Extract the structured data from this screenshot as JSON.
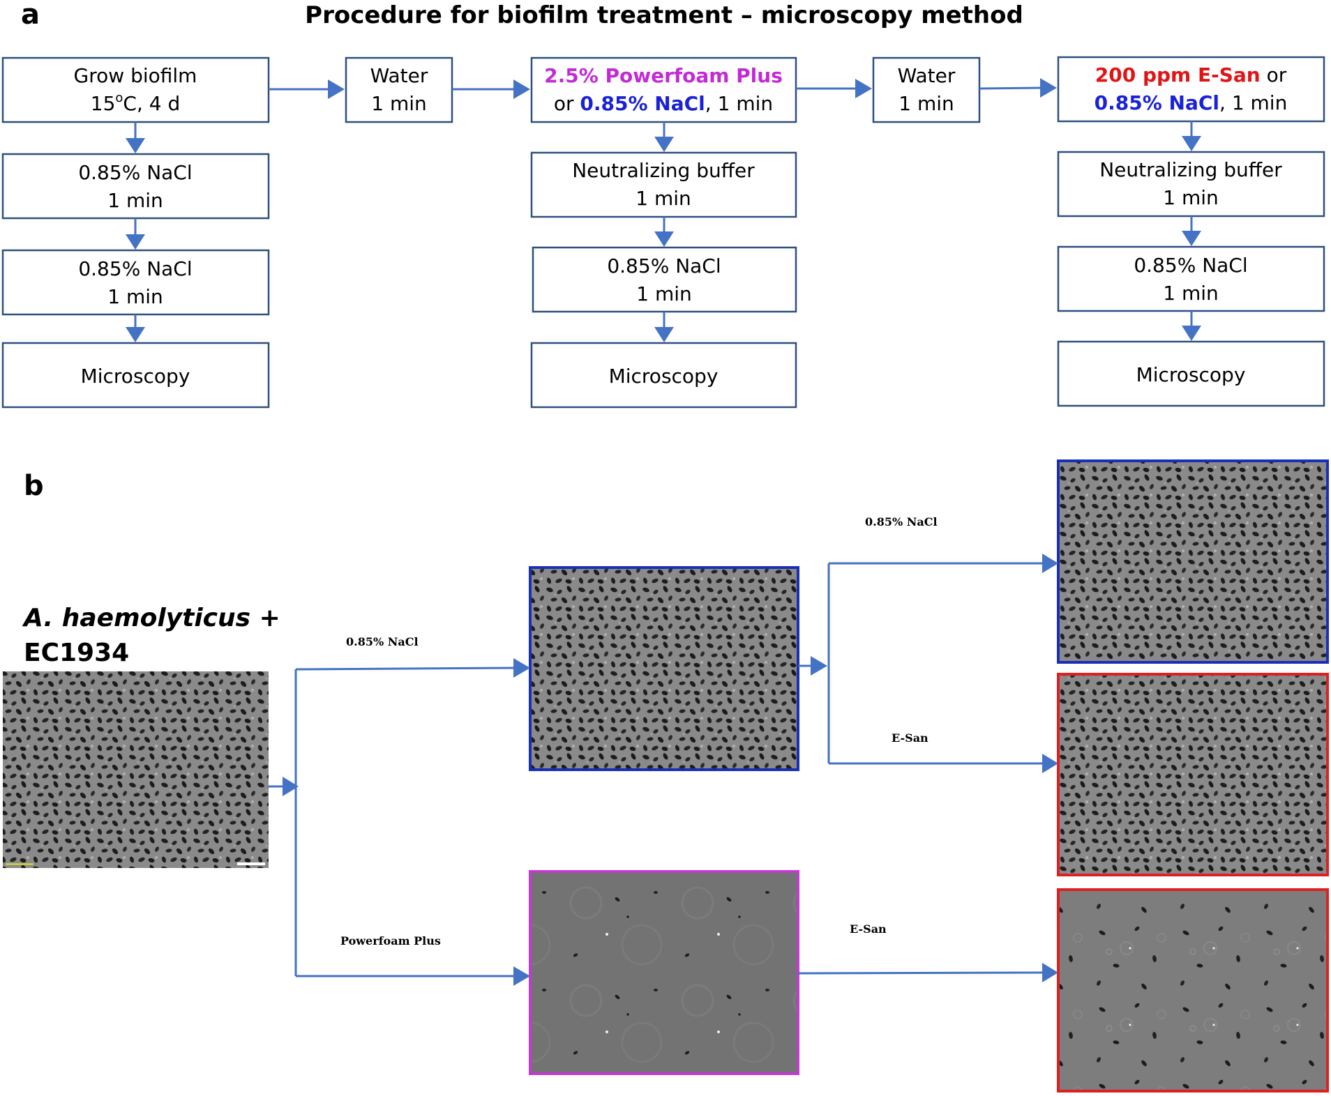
{
  "panel_a": {
    "letter": "a",
    "title": "Procedure for biofilm treatment – microscopy method",
    "col1": {
      "grow_line1": "Grow biofilm",
      "grow_line2_pre": "15",
      "grow_line2_sup": "o",
      "grow_line2_post": "C, 4 d",
      "nacl1_line1": "0.85% NaCl",
      "nacl1_line2": "1 min",
      "nacl2_line1": "0.85% NaCl",
      "nacl2_line2": "1 min",
      "microscopy": "Microscopy"
    },
    "water1": {
      "line1": "Water",
      "line2": "1 min"
    },
    "col2": {
      "treat_line1": "2.5% Powerfoam Plus",
      "treat_line2_a": "or ",
      "treat_line2_b": "0.85% NaCl",
      "treat_line2_c": ", 1 min",
      "neutral_line1": "Neutralizing buffer",
      "neutral_line2": "1 min",
      "nacl_line1": "0.85% NaCl",
      "nacl_line2": "1 min",
      "microscopy": "Microscopy"
    },
    "water2": {
      "line1": "Water",
      "line2": "1 min"
    },
    "col3": {
      "treat_line1_a": "200 ppm E-San",
      "treat_line1_b": " or",
      "treat_line2_a": "0.85% NaCl",
      "treat_line2_b": ", 1 min",
      "neutral_line1": "Neutralizing buffer",
      "neutral_line2": "1 min",
      "nacl_line1": "0.85% NaCl",
      "nacl_line2": "1 min",
      "microscopy": "Microscopy"
    }
  },
  "panel_b": {
    "letter": "b",
    "species_line1_italic": "A. haemolyticus",
    "species_line1_plain": " +",
    "species_line2": "EC1934",
    "branch_nacl": "0.85% NaCl",
    "branch_powerfoam": "Powerfoam Plus",
    "sub_nacl": "0.85% NaCl",
    "sub_esan_top": "E-San",
    "sub_esan_bottom": "E-San"
  },
  "colors": {
    "arrow": "#4472c4",
    "box_border": "#2f4f7f",
    "powerfoam_text": "#c32ad6",
    "esan_text": "#e01515",
    "nacl_text": "#1a22d6",
    "frame_blue": "#1a2fb8",
    "frame_red": "#e02020",
    "frame_purple": "#c23ad0"
  }
}
